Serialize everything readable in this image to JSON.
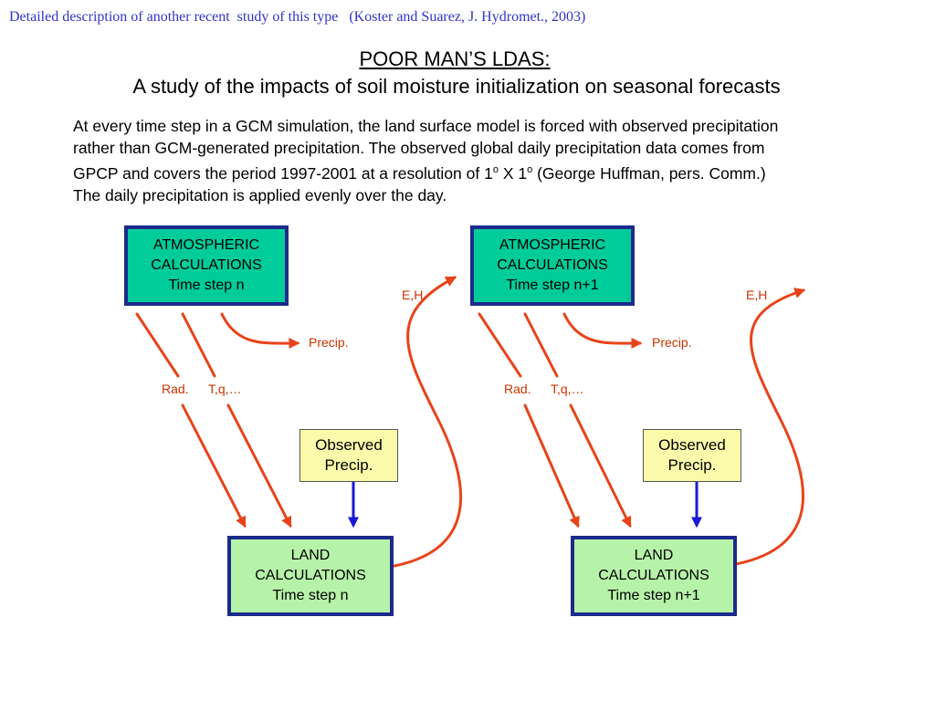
{
  "caption": "Detailed description of another recent  study of this type   (Koster and Suarez, J. Hydromet., 2003)",
  "title": {
    "heading": "POOR MAN’S LDAS:",
    "subheading": "A study of the impacts of soil moisture initialization on seasonal forecasts"
  },
  "description": {
    "line1": "At every time step in a GCM simulation, the land surface model is forced with observed precipitation",
    "line2": "rather than GCM-generated precipitation.  The observed global daily precipitation data comes from",
    "line3_pre": "GPCP and covers the period 1997-2001 at a resolution of 1",
    "line3_deg1": "o",
    "line3_mid": " X 1",
    "line3_deg2": "o",
    "line3_post": " (George Huffman, pers. Comm.)",
    "line4": "The daily precipitation is applied evenly over the day."
  },
  "diagram": {
    "left": {
      "atm": {
        "line1": "ATMOSPHERIC",
        "line2": "CALCULATIONS",
        "line3": "Time step n"
      },
      "land": {
        "line1": "LAND",
        "line2": "CALCULATIONS",
        "line3": "Time step n"
      },
      "obs": {
        "line1": "Observed",
        "line2": "Precip."
      },
      "labels": {
        "eh": "E,H",
        "precip": "Precip.",
        "rad": "Rad.",
        "tq": "T,q,…"
      }
    },
    "right": {
      "atm": {
        "line1": "ATMOSPHERIC",
        "line2": "CALCULATIONS",
        "line3": "Time step n+1"
      },
      "land": {
        "line1": "LAND",
        "line2": "CALCULATIONS",
        "line3": "Time step n+1"
      },
      "obs": {
        "line1": "Observed",
        "line2": "Precip."
      },
      "labels": {
        "eh": "E,H",
        "precip": "Precip.",
        "rad": "Rad.",
        "tq": "T,q,…"
      }
    },
    "colors": {
      "arrow": "#e8431a",
      "obs_arrow": "#1a1ad6",
      "box_border": "#1b2a8c",
      "atm_fill": "#00cc99",
      "land_fill": "#b6f2a8",
      "obs_fill": "#fafaaa"
    }
  }
}
